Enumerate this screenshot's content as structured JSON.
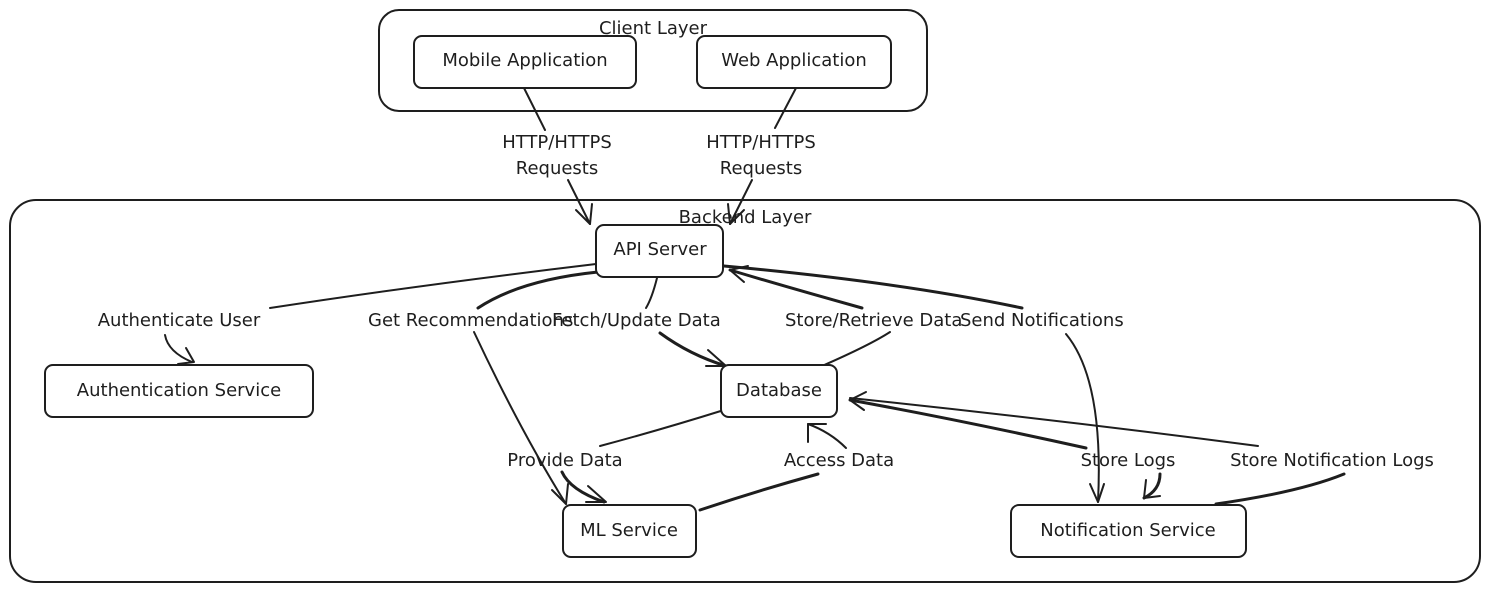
{
  "groups": {
    "client": {
      "label": "Client Layer"
    },
    "backend": {
      "label": "Backend Layer"
    }
  },
  "nodes": {
    "mobile_app": "Mobile Application",
    "web_app": "Web Application",
    "api_server": "API Server",
    "auth_service": "Authentication Service",
    "database": "Database",
    "ml_service": "ML Service",
    "notification_service": "Notification Service"
  },
  "edges": {
    "mobile_to_api": {
      "line1": "HTTP/HTTPS",
      "line2": "Requests"
    },
    "web_to_api": {
      "line1": "HTTP/HTTPS",
      "line2": "Requests"
    },
    "api_to_auth": "Authenticate User",
    "api_to_ml": "Get Recommendations",
    "api_to_db": "Fetch/Update Data",
    "db_to_api": "Store/Retrieve Data",
    "api_to_notif": "Send Notifications",
    "db_to_ml": "Provide Data",
    "ml_to_db": "Access Data",
    "notif_to_db_logs": "Store Logs",
    "notif_to_db_notif_logs": "Store Notification Logs"
  }
}
